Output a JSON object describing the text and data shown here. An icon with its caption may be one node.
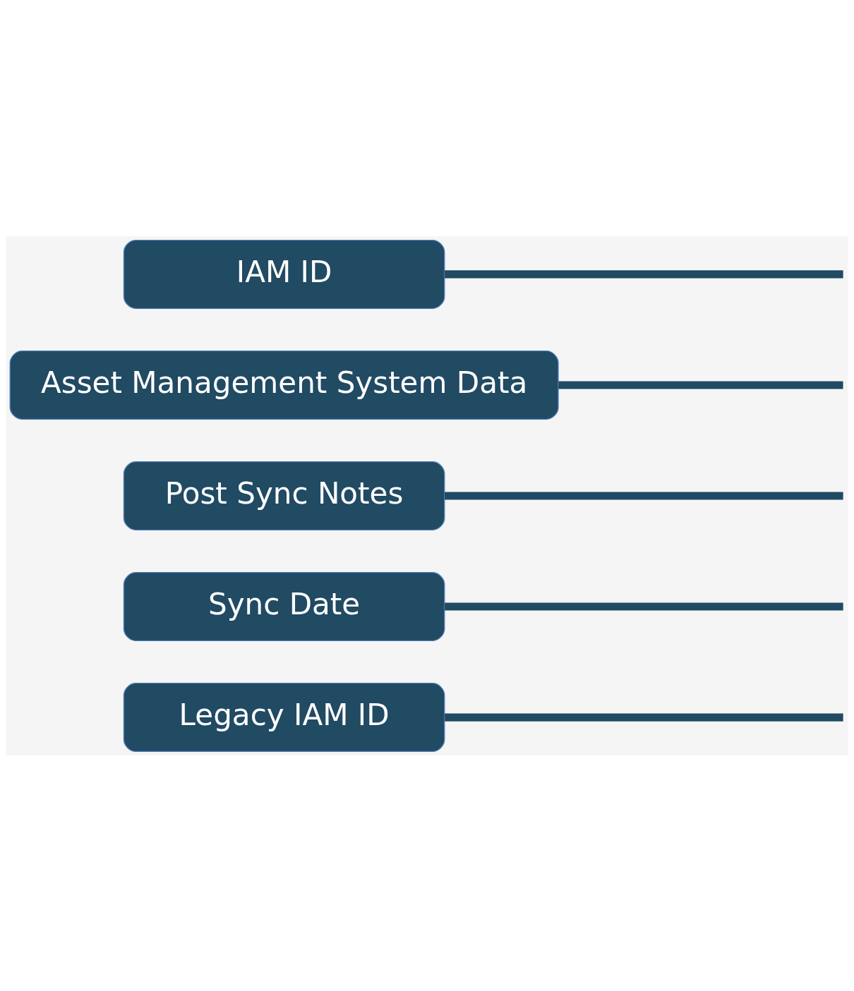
{
  "diagram": {
    "nodes": [
      {
        "text": [
          "IAM ID"
        ]
      },
      {
        "text": [
          "Asset Management System Data"
        ]
      },
      {
        "text": [
          "Post Sync Notes"
        ]
      },
      {
        "text": [
          "Sync Date"
        ]
      },
      {
        "text": [
          "Legacy IAM ID"
        ]
      }
    ],
    "edges": [
      {
        "from": 0,
        "to": null,
        "arrow": "none"
      },
      {
        "from": 1,
        "to": null,
        "arrow": "none"
      },
      {
        "from": 2,
        "to": null,
        "arrow": "none"
      },
      {
        "from": 3,
        "to": null,
        "arrow": "none"
      },
      {
        "from": 4,
        "to": null,
        "arrow": "none"
      }
    ]
  }
}
